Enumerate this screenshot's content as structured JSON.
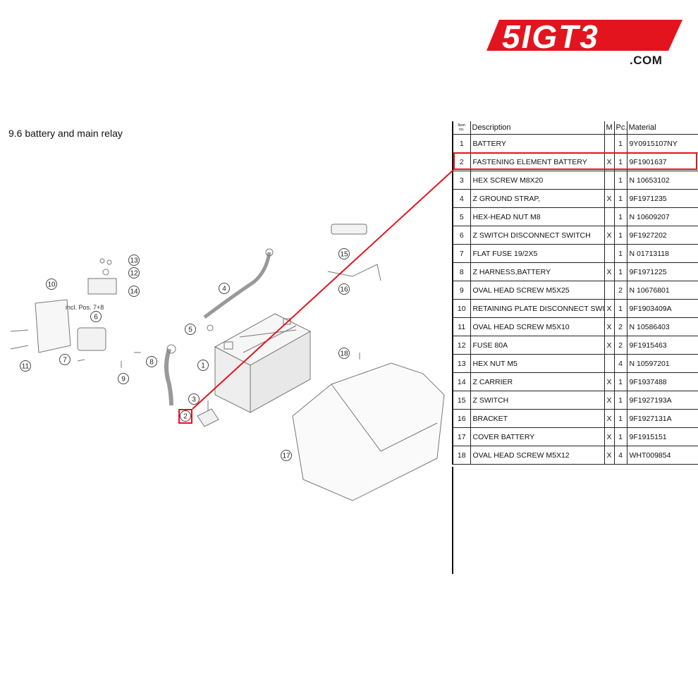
{
  "brand": {
    "logo_text": "5IGT3",
    "domain_suffix": ".COM",
    "accent_color": "#e3141e"
  },
  "page_title": "9.6  battery and main relay",
  "diagram": {
    "callouts": [
      "1",
      "2",
      "3",
      "4",
      "5",
      "6",
      "7",
      "8",
      "9",
      "10",
      "11",
      "12",
      "13",
      "14",
      "15",
      "16",
      "17",
      "18"
    ],
    "note": "incl. Pos. 7+8"
  },
  "table": {
    "headers": {
      "item_no": "Item no.",
      "description": "Description",
      "m": "M",
      "pc": "Pc.",
      "material": "Material"
    },
    "highlighted_row": 2,
    "rows": [
      {
        "no": "1",
        "description": "BATTERY",
        "m": "",
        "pc": "1",
        "material": "9Y0915107NY"
      },
      {
        "no": "2",
        "description": "FASTENING ELEMENT BATTERY",
        "m": "X",
        "pc": "1",
        "material": "9F1901637"
      },
      {
        "no": "3",
        "description": "HEX SCREW M8X20",
        "m": "",
        "pc": "1",
        "material": "N 10653102"
      },
      {
        "no": "4",
        "description": "Z GROUND STRAP,",
        "m": "X",
        "pc": "1",
        "material": "9F1971235"
      },
      {
        "no": "5",
        "description": "HEX-HEAD NUT M8",
        "m": "",
        "pc": "1",
        "material": "N 10609207"
      },
      {
        "no": "6",
        "description": "Z SWITCH DISCONNECT SWITCH",
        "m": "X",
        "pc": "1",
        "material": "9F1927202"
      },
      {
        "no": "7",
        "description": "FLAT FUSE 19/2X5",
        "m": "",
        "pc": "1",
        "material": "N 01713118"
      },
      {
        "no": "8",
        "description": "Z HARNESS,BATTERY",
        "m": "X",
        "pc": "1",
        "material": "9F1971225"
      },
      {
        "no": "9",
        "description": "OVAL HEAD SCREW M5X25",
        "m": "",
        "pc": "2",
        "material": "N 10676801"
      },
      {
        "no": "10",
        "description": "RETAINING PLATE DISCONNECT SWITCH",
        "m": "X",
        "pc": "1",
        "material": "9F1903409A"
      },
      {
        "no": "11",
        "description": "OVAL HEAD SCREW M5X10",
        "m": "X",
        "pc": "2",
        "material": "N 10586403"
      },
      {
        "no": "12",
        "description": "FUSE 80A",
        "m": "X",
        "pc": "2",
        "material": "9F1915463"
      },
      {
        "no": "13",
        "description": "HEX NUT M5",
        "m": "",
        "pc": "4",
        "material": "N 10597201"
      },
      {
        "no": "14",
        "description": "Z CARRIER",
        "m": "X",
        "pc": "1",
        "material": "9F1937488"
      },
      {
        "no": "15",
        "description": "Z SWITCH",
        "m": "X",
        "pc": "1",
        "material": "9F1927193A"
      },
      {
        "no": "16",
        "description": "BRACKET",
        "m": "X",
        "pc": "1",
        "material": "9F1927131A"
      },
      {
        "no": "17",
        "description": "COVER BATTERY",
        "m": "X",
        "pc": "1",
        "material": "9F1915151"
      },
      {
        "no": "18",
        "description": "OVAL HEAD SCREW M5X12",
        "m": "X",
        "pc": "4",
        "material": "WHT009854"
      }
    ]
  }
}
